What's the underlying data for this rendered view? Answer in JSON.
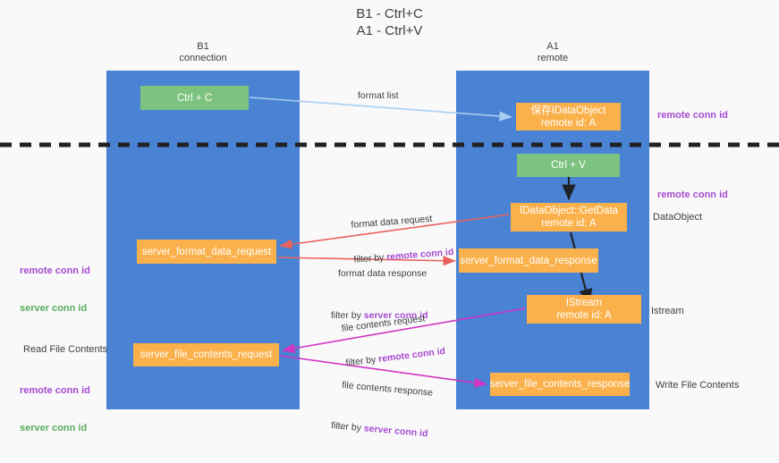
{
  "title": "B1 - Ctrl+C\nA1 - Ctrl+V",
  "columns": {
    "left": {
      "name": "B1",
      "role": "connection",
      "caption": "B1\nconnection"
    },
    "right": {
      "name": "A1",
      "role": "remote",
      "caption": "A1\nremote"
    }
  },
  "colors": {
    "lane": "#4a83d4",
    "node_green": "#7dc37f",
    "node_orange": "#fbb14b",
    "accent_purple": "#a64ad0",
    "accent_green": "#5aad60",
    "arrow_lightblue": "#a8cff0",
    "arrow_red": "#e8625f",
    "arrow_magenta": "#cf35c0",
    "arrow_black": "#202124",
    "background": "#f9f9fa"
  },
  "nodes": {
    "ctrl_c": {
      "label": "Ctrl + C",
      "color": "green"
    },
    "save_idataobject": {
      "label": "保存IDataObject\nremote id: A",
      "color": "orange"
    },
    "ctrl_v": {
      "label": "Ctrl + V",
      "color": "green"
    },
    "getdata": {
      "label": "IDataObject::GetData\nremote id: A",
      "color": "orange"
    },
    "server_format_data_request": {
      "label": "server_format_data_request",
      "color": "orange"
    },
    "server_format_data_response": {
      "label": "server_format_data_response",
      "color": "orange"
    },
    "istream": {
      "label": "IStream\nremote id: A",
      "color": "orange"
    },
    "server_file_contents_request": {
      "label": "server_file_contents_request",
      "color": "orange"
    },
    "server_file_contents_response": {
      "label": "server_file_contents_response",
      "color": "orange"
    }
  },
  "annotations": {
    "right": {
      "remote_conn_id_top": "remote conn id",
      "remote_conn_id_mid": "remote conn id",
      "dataobject": "DataObject",
      "istream": "Istream",
      "write_file_contents": "Write File Contents"
    },
    "left": {
      "remote_conn_id": "remote conn id",
      "server_conn_id": "server conn id",
      "read_file_contents": "Read File Contents",
      "remote_conn_id_2": "remote conn id",
      "server_conn_id_2": "server conn id"
    }
  },
  "arrows": {
    "format_list": {
      "label": "format list",
      "color": "#a8cff0"
    },
    "format_data_request": {
      "line1": "format data request",
      "line2_prefix": "filter by ",
      "line2_key": "remote conn id",
      "color": "#e8625f"
    },
    "format_data_response": {
      "line1": "format data response",
      "line2_prefix": "filter by ",
      "line2_key": "server conn id",
      "color": "#e8625f"
    },
    "file_contents_request": {
      "line1": "file contents request",
      "line2_prefix": "filter by ",
      "line2_key": "remote conn id",
      "color": "#cf35c0"
    },
    "file_contents_response": {
      "line1": "file contents response",
      "line2_prefix": "filter by ",
      "line2_key": "server conn id",
      "color": "#cf35c0"
    }
  },
  "divider": {
    "style": "dashed",
    "color": "#202124"
  }
}
